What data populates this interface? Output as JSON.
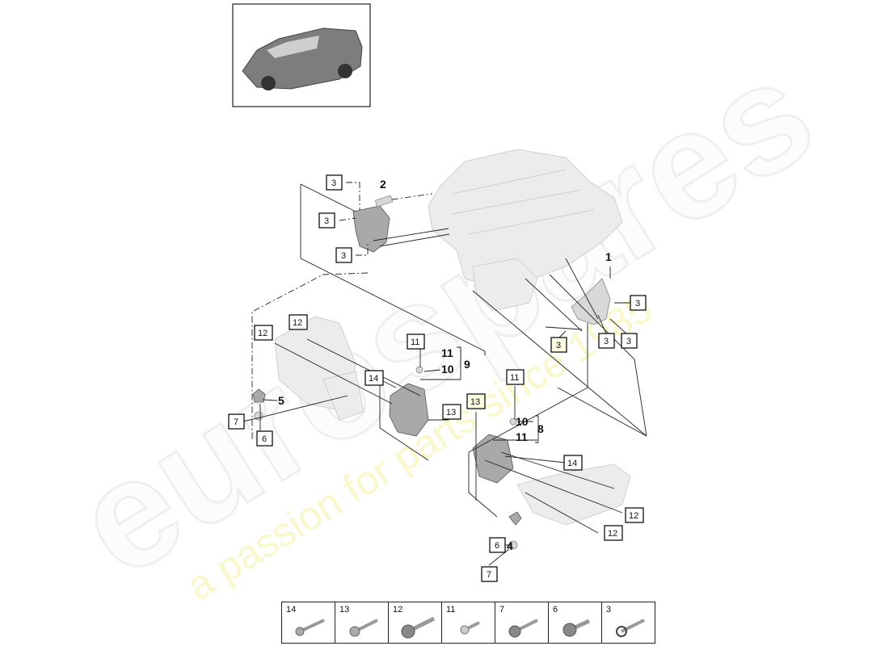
{
  "watermark": {
    "brand": "eurospares",
    "tagline": "a passion for parts since 1985"
  },
  "callouts": {
    "c2": "2",
    "c1": "1",
    "c3": "3",
    "c4": "4",
    "c5": "5",
    "c6": "6",
    "c7": "7",
    "c8": "8",
    "c9": "9",
    "c10": "10",
    "c11": "11",
    "c12": "12",
    "c13": "13",
    "c14": "14"
  },
  "legend": [
    {
      "number": "14",
      "icon": "bolt-socket-head-icon"
    },
    {
      "number": "13",
      "icon": "bolt-socket-head-icon"
    },
    {
      "number": "12",
      "icon": "bolt-hex-flange-icon"
    },
    {
      "number": "11",
      "icon": "bolt-short-icon"
    },
    {
      "number": "7",
      "icon": "bolt-hex-flange-icon"
    },
    {
      "number": "6",
      "icon": "bolt-hex-flange-icon"
    },
    {
      "number": "3",
      "icon": "bolt-washer-icon"
    }
  ],
  "colors": {
    "line": "#222222",
    "highlight_box": "#fbfbe0",
    "watermark_text": "#f3f3a0"
  }
}
